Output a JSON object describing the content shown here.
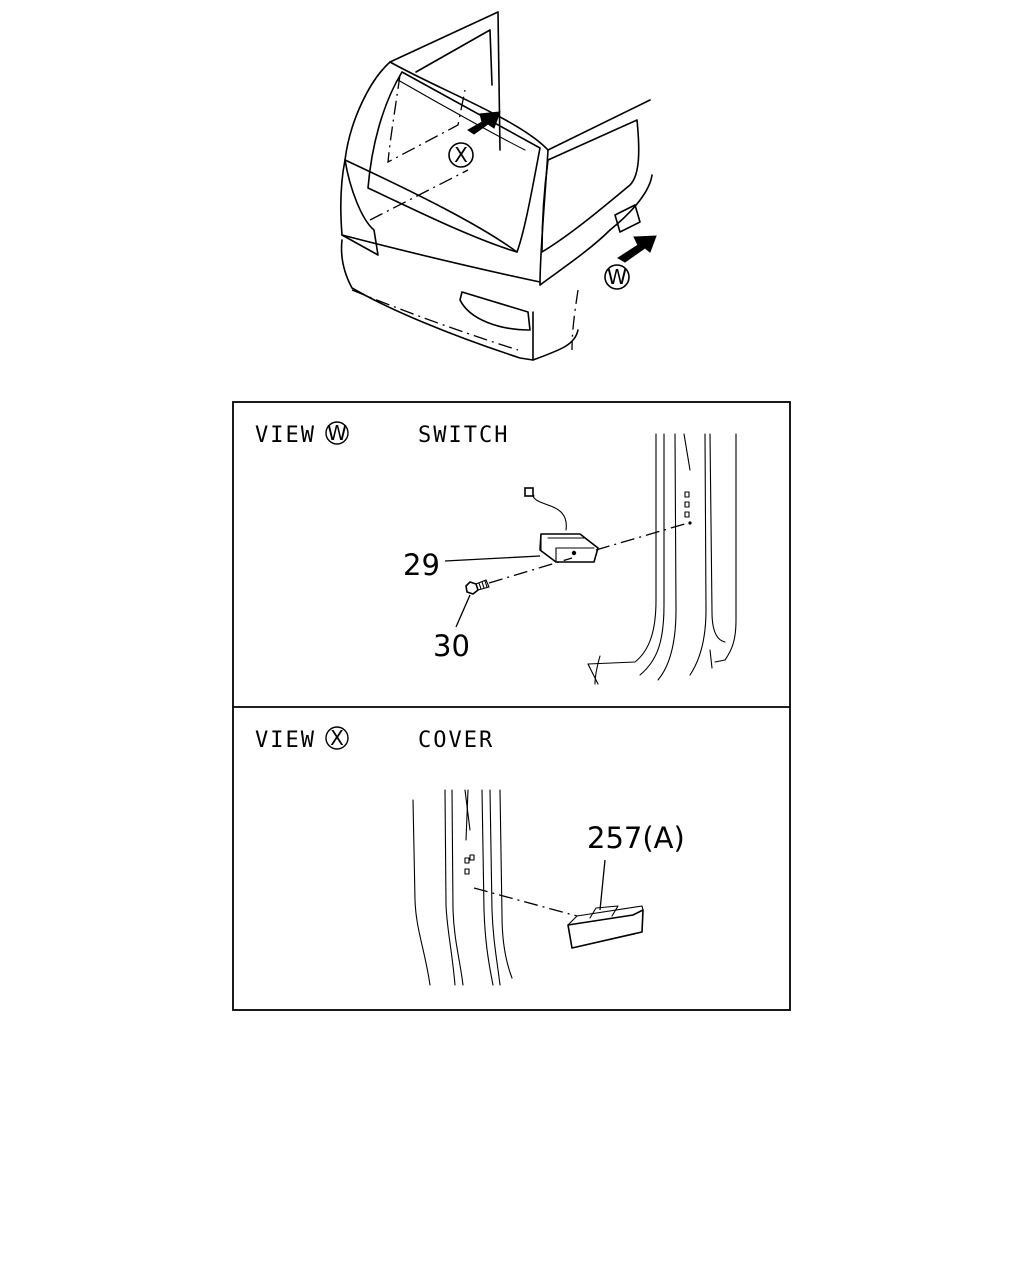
{
  "overview": {
    "callout_x": "X",
    "callout_w": "W"
  },
  "panel_w": {
    "view_label": "VIEW",
    "view_letter": "W",
    "part_name": "SWITCH",
    "parts": [
      "29",
      "30"
    ]
  },
  "panel_x": {
    "view_label": "VIEW",
    "view_letter": "X",
    "part_name": "COVER",
    "parts": [
      "257(A)"
    ]
  }
}
